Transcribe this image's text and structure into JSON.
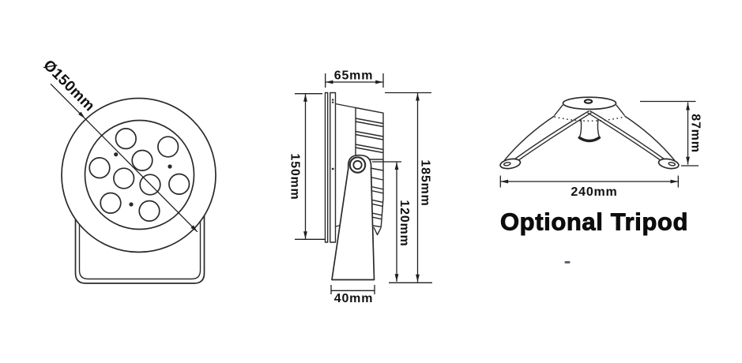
{
  "front_view": {
    "diameter_label": "Ø150mm",
    "led_count": 9,
    "screw_count": 3
  },
  "side_view": {
    "top_width_label": "65mm",
    "body_height_label": "150mm",
    "total_height_label": "185mm",
    "bracket_height_label": "120mm",
    "base_width_label": "40mm"
  },
  "tripod_view": {
    "height_label": "87mm",
    "base_width_label": "240mm",
    "caption": "Optional Tripod"
  },
  "colors": {
    "background": "#ffffff",
    "line": "#2a2a2a",
    "text": "#111111",
    "stray_mark": "#2e3d52"
  }
}
